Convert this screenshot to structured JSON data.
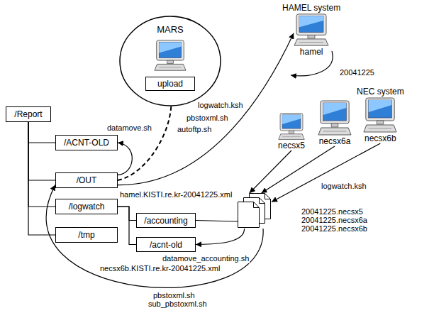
{
  "diagram": {
    "nodes": [
      {
        "text": [
          "MARS"
        ]
      },
      {
        "text": [
          "upload"
        ],
        "in": 0
      },
      {
        "text": [
          "HAMEL system",
          "hamel"
        ]
      },
      {
        "text": [
          "/Report"
        ]
      },
      {
        "text": [
          "/ACNT-OLD"
        ]
      },
      {
        "text": [
          "/OUT"
        ]
      },
      {
        "text": [
          "/logwatch"
        ]
      },
      {
        "text": [
          "/tmp"
        ]
      },
      {
        "text": [
          "necsx5"
        ]
      },
      {
        "text": [
          "necsx6a"
        ]
      },
      {
        "text": [
          "NEC system",
          "necsx6b"
        ]
      },
      {
        "text": [
          "/accounting"
        ]
      },
      {
        "text": [
          "/acnt-old"
        ]
      },
      {
        "text": [
          "20041225.necsx5",
          "20041225.necsx6a",
          "20041225.necsx6b"
        ]
      }
    ],
    "edges": [
      {
        "from": 5,
        "to": 4,
        "arrow": "to",
        "label": "datamove.sh"
      },
      {
        "from": 5,
        "to": 1,
        "arrow": "to",
        "label": "autoftp.sh"
      },
      {
        "from": 5,
        "to": 2,
        "arrow": "to"
      },
      {
        "from": 8,
        "to": 13,
        "arrow": "to"
      },
      {
        "from": 9,
        "to": 13,
        "arrow": "to"
      },
      {
        "from": 10,
        "to": 13,
        "arrow": "to",
        "label": "logwatch.ksh"
      },
      {
        "from": 13,
        "to": 12,
        "arrow": "to",
        "label": "datamove_accounting.sh"
      },
      {
        "from": 13,
        "to": 5,
        "arrow": "to",
        "label": "necsx6b.KISTI.re.kr-20041225.xml"
      },
      {
        "from": 3,
        "to": 4,
        "arrow": "none"
      },
      {
        "from": 3,
        "to": 5,
        "arrow": "none"
      },
      {
        "from": 3,
        "to": 6,
        "arrow": "none"
      },
      {
        "from": 3,
        "to": 7,
        "arrow": "none"
      },
      {
        "from": 6,
        "to": 11,
        "arrow": "none"
      },
      {
        "from": 6,
        "to": 12,
        "arrow": "none"
      },
      {
        "from": 11,
        "to": 13,
        "arrow": "none"
      }
    ],
    "labels": [
      "logwatch.ksh",
      "20041225",
      "pbstoxml.sh",
      "hamel.KISTI.re.kr-20041225.xml",
      "pbstoxml.sh",
      "sub_pbstoxml.sh"
    ]
  }
}
